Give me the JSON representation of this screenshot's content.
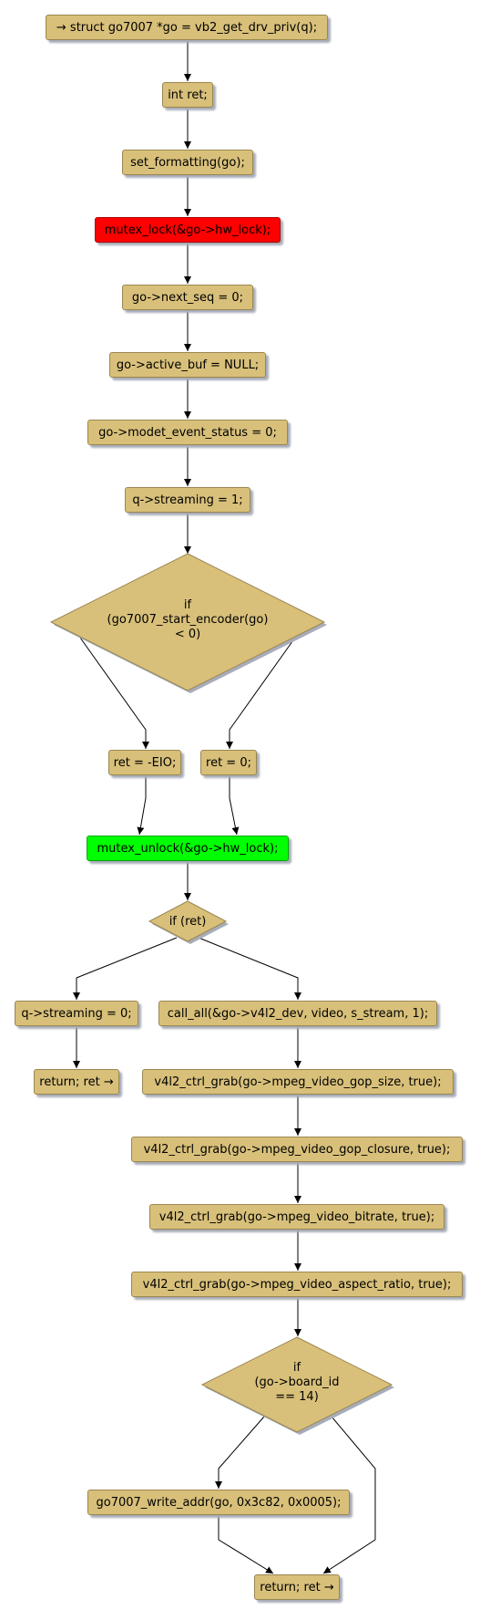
{
  "nodes": {
    "n1": "→ struct go7007 *go = vb2_get_drv_priv(q);",
    "n2": "int ret;",
    "n3": "set_formatting(go);",
    "n4": "mutex_lock(&go->hw_lock);",
    "n5": "go->next_seq = 0;",
    "n6": "go->active_buf = NULL;",
    "n7": "go->modet_event_status = 0;",
    "n8": "q->streaming = 1;",
    "d1": [
      "if",
      "(go7007_start_encoder(go)",
      "< 0)"
    ],
    "n9": "ret = -EIO;",
    "n10": "ret = 0;",
    "n11": "mutex_unlock(&go->hw_lock);",
    "d2": [
      "if (ret)"
    ],
    "n12": "q->streaming = 0;",
    "n13": "return; ret →",
    "n14": "call_all(&go->v4l2_dev, video, s_stream, 1);",
    "n15": "v4l2_ctrl_grab(go->mpeg_video_gop_size, true);",
    "n16": "v4l2_ctrl_grab(go->mpeg_video_gop_closure, true);",
    "n17": "v4l2_ctrl_grab(go->mpeg_video_bitrate, true);",
    "n18": "v4l2_ctrl_grab(go->mpeg_video_aspect_ratio, true);",
    "d3": [
      "if",
      "(go->board_id",
      "== 14)"
    ],
    "n19": "go7007_write_addr(go, 0x3c82, 0x0005);",
    "n20": "return; ret →"
  },
  "colors": {
    "node_fill": "#d8c07a",
    "lock_fill": "#ff0000",
    "unlock_fill": "#00ff00",
    "shadow": "#a7acb8",
    "edge": "#000000"
  }
}
